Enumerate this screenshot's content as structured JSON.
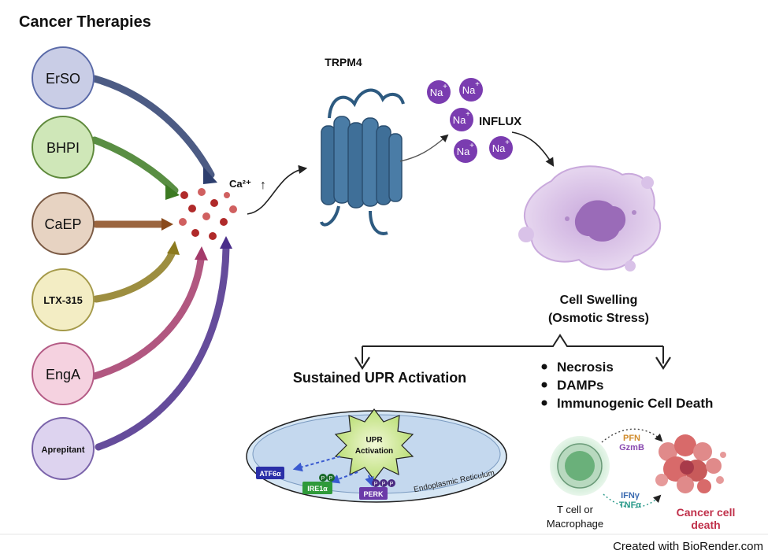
{
  "title": "Cancer Therapies",
  "therapies": [
    {
      "label": "ErSO",
      "fill": "#c9cde6",
      "stroke": "#5a6aa8",
      "arrow": "#2d3e6e"
    },
    {
      "label": "BHPI",
      "fill": "#cfe7b8",
      "stroke": "#5f8a3c",
      "arrow": "#3c7a22"
    },
    {
      "label": "CaEP",
      "fill": "#e7d3c2",
      "stroke": "#7b5a44",
      "arrow": "#8a4a1c"
    },
    {
      "label": "LTX-315",
      "fill": "#f3edc4",
      "stroke": "#a59a4a",
      "arrow": "#8c7a1e"
    },
    {
      "label": "EngA",
      "fill": "#f5d2e0",
      "stroke": "#b45b85",
      "arrow": "#a33a6a"
    },
    {
      "label": "Aprepitant",
      "fill": "#ddd3ef",
      "stroke": "#7a63aa",
      "arrow": "#4a2d8a"
    }
  ],
  "calcium": {
    "label": "Ca²⁺",
    "arrow": "↑"
  },
  "channel": {
    "label": "TRPM4"
  },
  "sodium": {
    "ion": "Na",
    "charge": "+",
    "influx": "INFLUX"
  },
  "swelling": {
    "line1": "Cell Swelling",
    "line2": "(Osmotic Stress)"
  },
  "upr": {
    "heading": "Sustained UPR Activation",
    "burst": [
      "UPR",
      "Activation"
    ],
    "er_label": "Endoplasmic Reticulum",
    "sensors": [
      {
        "label": "ATF6α",
        "color": "#2a2fa8"
      },
      {
        "label": "IRE1α",
        "color": "#2f9a3a"
      },
      {
        "label": "PERK",
        "color": "#6b3aa8"
      }
    ],
    "phospho": "P"
  },
  "outcomes": [
    "Necrosis",
    "DAMPs",
    "Immunogenic Cell Death"
  ],
  "immune": {
    "effector": [
      "T cell or",
      "Macrophage"
    ],
    "top_factors": [
      "PFN",
      "GzmB"
    ],
    "bottom_factors": [
      "IFNγ",
      "TNFα"
    ],
    "target": [
      "Cancer cell",
      "death"
    ],
    "colors": {
      "pfn": "#d08a2a",
      "gzmb": "#8a4ab0",
      "ifn": "#3a6ab0",
      "tnf": "#2a9a8a",
      "death": "#c0304a"
    }
  },
  "footer": "Created with BioRender.com"
}
